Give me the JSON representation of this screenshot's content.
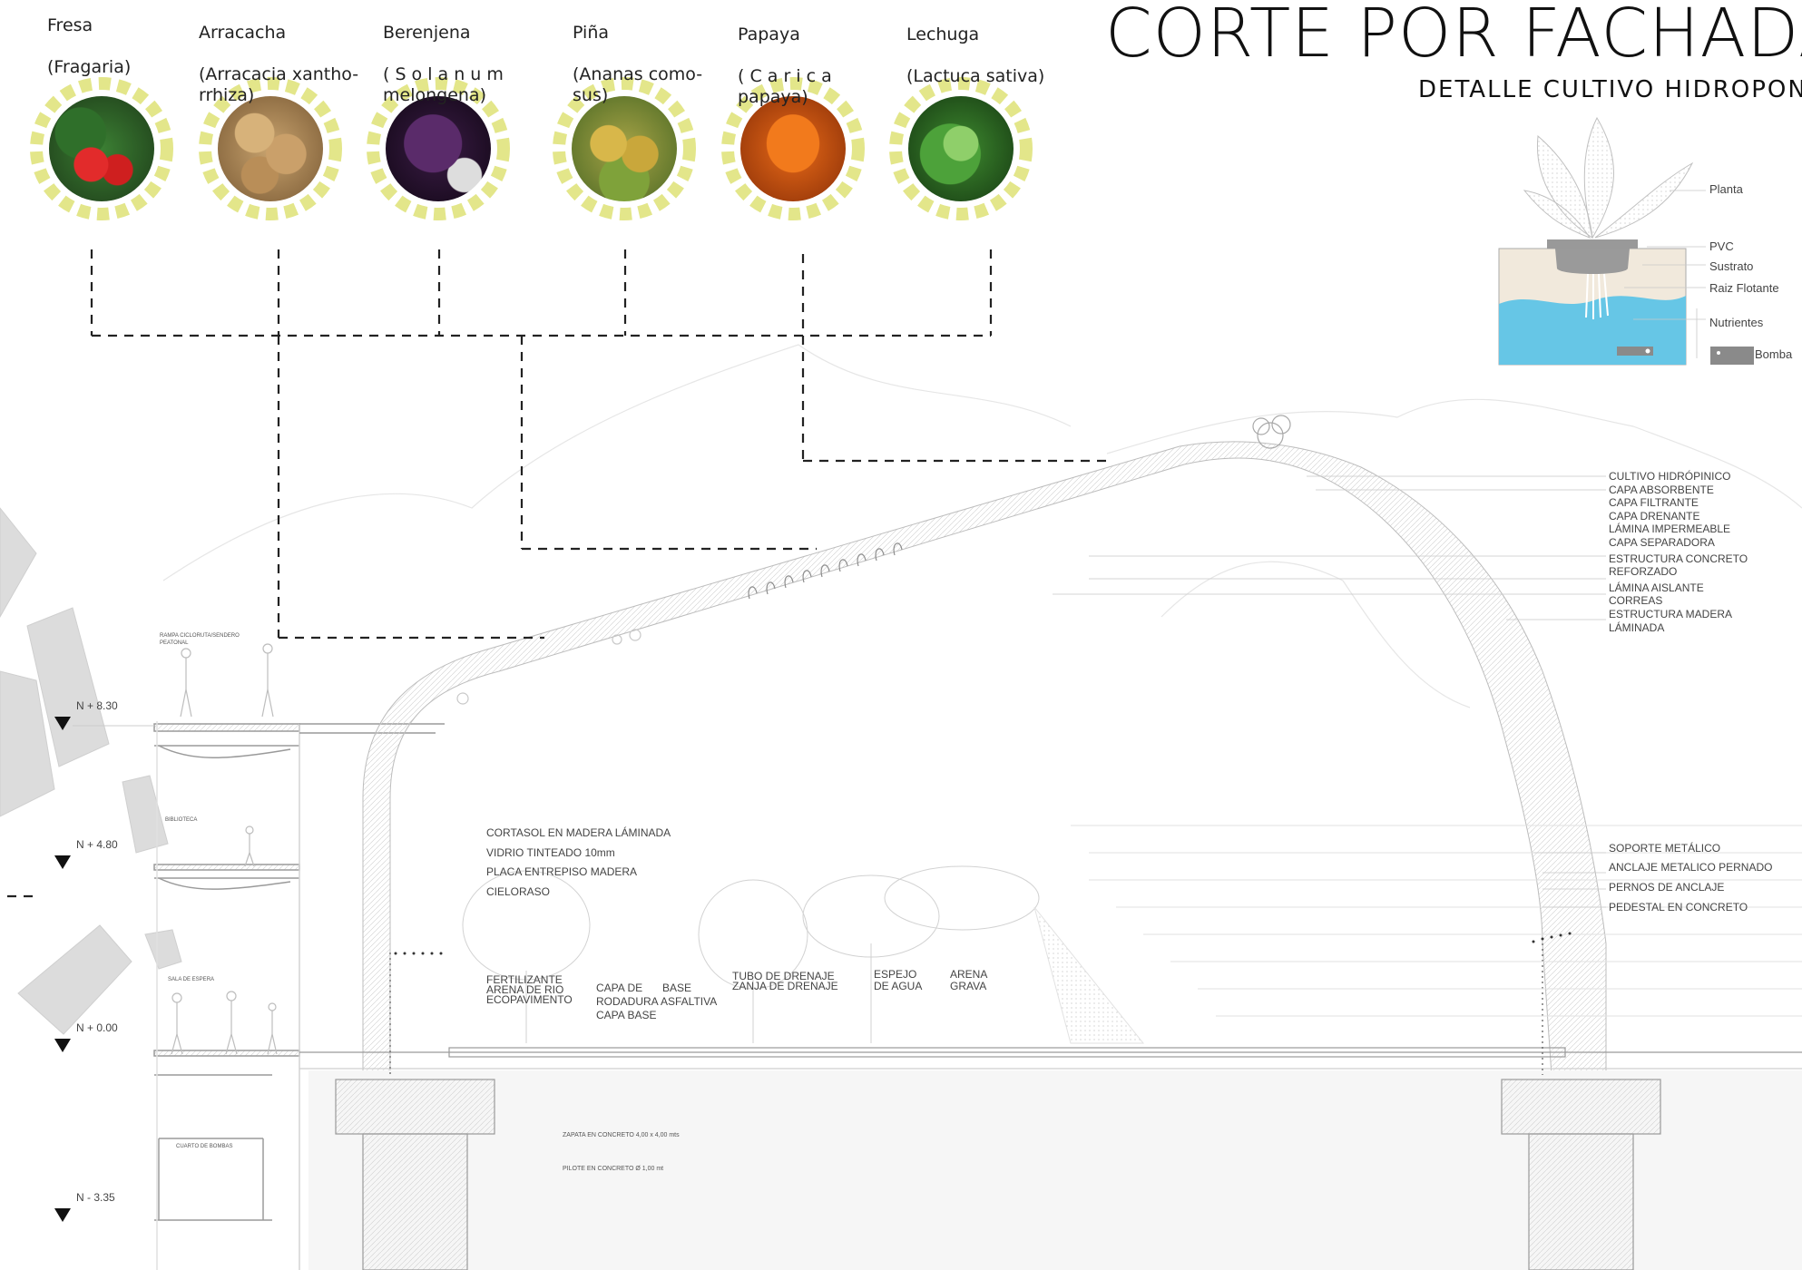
{
  "title": "CORTE POR FACHADA",
  "subtitle": "DETALLE CULTIVO HIDROPONIC",
  "crops": [
    {
      "name": "Fresa",
      "scientific": "(Fragaria)",
      "icon": "strawberry-photo"
    },
    {
      "name": "Arracacha",
      "scientific": "(Arracacia xantho-\nrrhiza)",
      "icon": "arracacha-photo"
    },
    {
      "name": "Berenjena",
      "scientific": "( S o l a n u m\nmelongena)",
      "icon": "eggplant-photo"
    },
    {
      "name": "Piña",
      "scientific": "(Ananas como-\nsus)",
      "icon": "pineapple-photo"
    },
    {
      "name": "Papaya",
      "scientific": "( C a r i c a\npapaya)",
      "icon": "papaya-photo"
    },
    {
      "name": "Lechuga",
      "scientific": "(Lactuca sativa)",
      "icon": "lettuce-photo"
    }
  ],
  "hydroponic_detail": {
    "planta": "Planta",
    "pvc": "PVC",
    "sustrato": "Sustrato",
    "raiz": "Raiz Flotante",
    "nutrientes": "Nutrientes",
    "bomba": "Bomba"
  },
  "roof_layers": [
    "CULTIVO HIDRÓPINICO",
    "CAPA ABSORBENTE",
    "CAPA FILTRANTE",
    "CAPA DRENANTE",
    "LÁMINA IMPERMEABLE",
    "CAPA SEPARADORA",
    "ESTRUCTURA CONCRETO",
    "REFORZADO",
    "LÁMINA AISLANTE",
    "CORREAS",
    "ESTRUCTURA MADERA",
    "LÁMINADA"
  ],
  "interior_labels": {
    "cortasol": "CORTASOL EN MADERA LÁMINADA",
    "vidrio": "VIDRIO TINTEADO 10mm",
    "placa": "PLACA ENTREPISO MADERA",
    "cieloraso": "CIELORASO"
  },
  "support_labels": {
    "soporte": "SOPORTE METÁLICO",
    "anclaje": "ANCLAJE METALICO PERNADO",
    "pernos": "PERNOS DE ANCLAJE",
    "pedestal": "PEDESTAL EN CONCRETO"
  },
  "ground_labels": {
    "fertilizante": "FERTILIZANTE\nARENA DE RIO\nECOPAVIMENTO",
    "capa_de": "CAPA DE",
    "rodadura": "RODADURA",
    "capa_base": "CAPA BASE",
    "base": "BASE",
    "asfaltiva": "ASFALTIVA",
    "tubo": "TUBO DE DRENAJE\nZANJA DE DRENAJE",
    "espejo": "ESPEJO\nDE AGUA",
    "arena": "ARENA\nGRAVA"
  },
  "foundation_labels": {
    "zapata": "ZAPATA EN CONCRETO 4,00 x 4,00 mts",
    "pilote": "PILOTE EN CONCRETO Ø 1,00 mt"
  },
  "levels": [
    "N + 8.30",
    "N + 4.80",
    "N + 0.00",
    "N - 3.35"
  ],
  "room_labels": {
    "rampa": "RAMPA CICLORUTA/SENDERO\nPEATONAL",
    "biblioteca": "BIBLIOTECA",
    "sala": "SALA DE ESPERA",
    "cuarto": "CUARTO DE BOMBAS"
  },
  "colors": {
    "halo": "#e3e68a",
    "water": "#66c6e6",
    "substrate": "#efe7d8",
    "line": "#222222"
  }
}
